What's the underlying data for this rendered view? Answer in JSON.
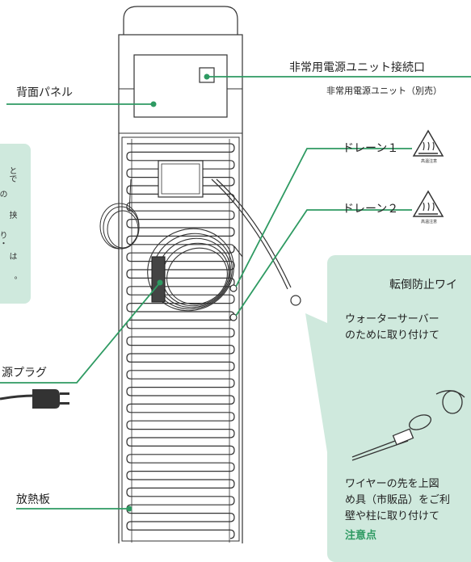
{
  "labels": {
    "back_panel": "背面パネル",
    "emergency_port": "非常用電源ユニット接続口",
    "emergency_unit": "非常用電源ユニット（別売）",
    "drain1": "ドレーン１",
    "drain2": "ドレーン２",
    "power_plug": "源プラグ",
    "radiator": "放熱板",
    "hot_caution": "高温注意"
  },
  "left_note": {
    "columns": [
      "とで",
      "の",
      "挟",
      "り・",
      "は",
      "。"
    ]
  },
  "info_box": {
    "title": "転倒防止ワイ",
    "desc_line1": "ウォーターサーバー",
    "desc_line2": "のために取り付けて",
    "steps_line1": "ワイヤーの先を上図",
    "steps_line2": "め具（市販品）をご利",
    "steps_line3": "壁や柱に取り付けて",
    "caution": "注意点"
  },
  "colors": {
    "accent": "#2e9a62",
    "panel_bg": "#cfe9dd",
    "line": "#333333"
  }
}
